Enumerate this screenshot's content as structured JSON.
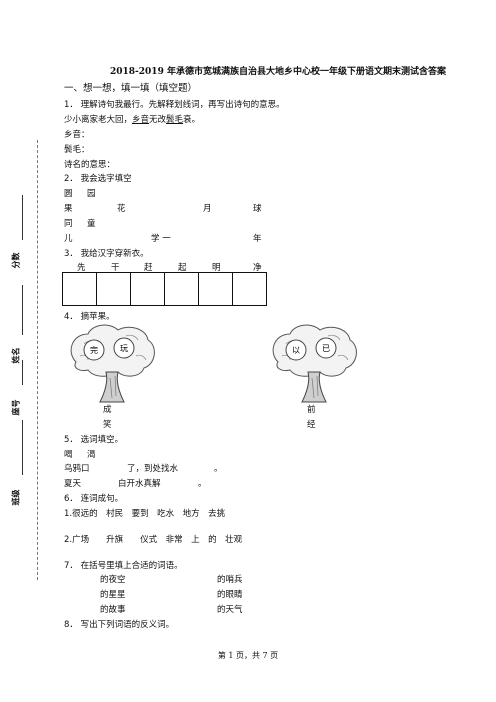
{
  "doc": {
    "title": "2018-2019 年承德市宽城满族自治县大地乡中心校一年级下册语文期末测试含答案",
    "section1": "一、想一想，填一填（填空题）",
    "footer": "第 1 页，共 7 页"
  },
  "binding": {
    "score": "分数",
    "name": "姓名",
    "seat": "座号",
    "class": "班级"
  },
  "q1": {
    "prompt": "1． 理解诗句我最行。先解释划线词，再写出诗句的意思。",
    "poem_pre": "少小离家老大回，",
    "poem_u1": "乡音",
    "poem_mid": "无改",
    "poem_u2": "鬓毛",
    "poem_end": "衰。",
    "l1": "乡音：",
    "l2": "鬓毛：",
    "l3": "诗名的意思："
  },
  "q2": {
    "prompt": "2． 我会选字填空",
    "r1": [
      "圆",
      "园"
    ],
    "r2": [
      "果",
      "花",
      "月",
      "球"
    ],
    "r3": [
      "同",
      "童"
    ],
    "r4": [
      "儿",
      "学 一",
      "年"
    ]
  },
  "q3": {
    "prompt": "3． 我给汉字穿新衣。",
    "chars": [
      "先",
      "干",
      "赶",
      "起",
      "明",
      "净"
    ]
  },
  "q4": {
    "prompt": "4． 摘苹果。",
    "tree1": [
      "完",
      "玩"
    ],
    "tree2": [
      "以",
      "已"
    ],
    "w1": "成",
    "w2": "笑",
    "w3": "前",
    "w4": "经"
  },
  "q5": {
    "prompt": "5． 选词填空。",
    "opts": [
      "喝",
      "渴"
    ],
    "s1a": "乌鸦口",
    "s1b": "了，到处找水",
    "s1c": "。",
    "s2a": "夏天",
    "s2b": "白开水真解",
    "s2c": "。"
  },
  "q6": {
    "prompt": "6． 连词成句。",
    "l1": "1.很远的　村民　要到　吃水　地方　去挑",
    "l2": "2.广场　　升旗　　仪式　非常　上　的　壮观"
  },
  "q7": {
    "prompt": "7． 在括号里填上合适的词语。",
    "left": [
      "的夜空",
      "的星星",
      "的故事"
    ],
    "right": [
      "的哨兵",
      "的眼睛",
      "的天气"
    ]
  },
  "q8": {
    "prompt": "8． 写出下列词语的反义词。"
  }
}
